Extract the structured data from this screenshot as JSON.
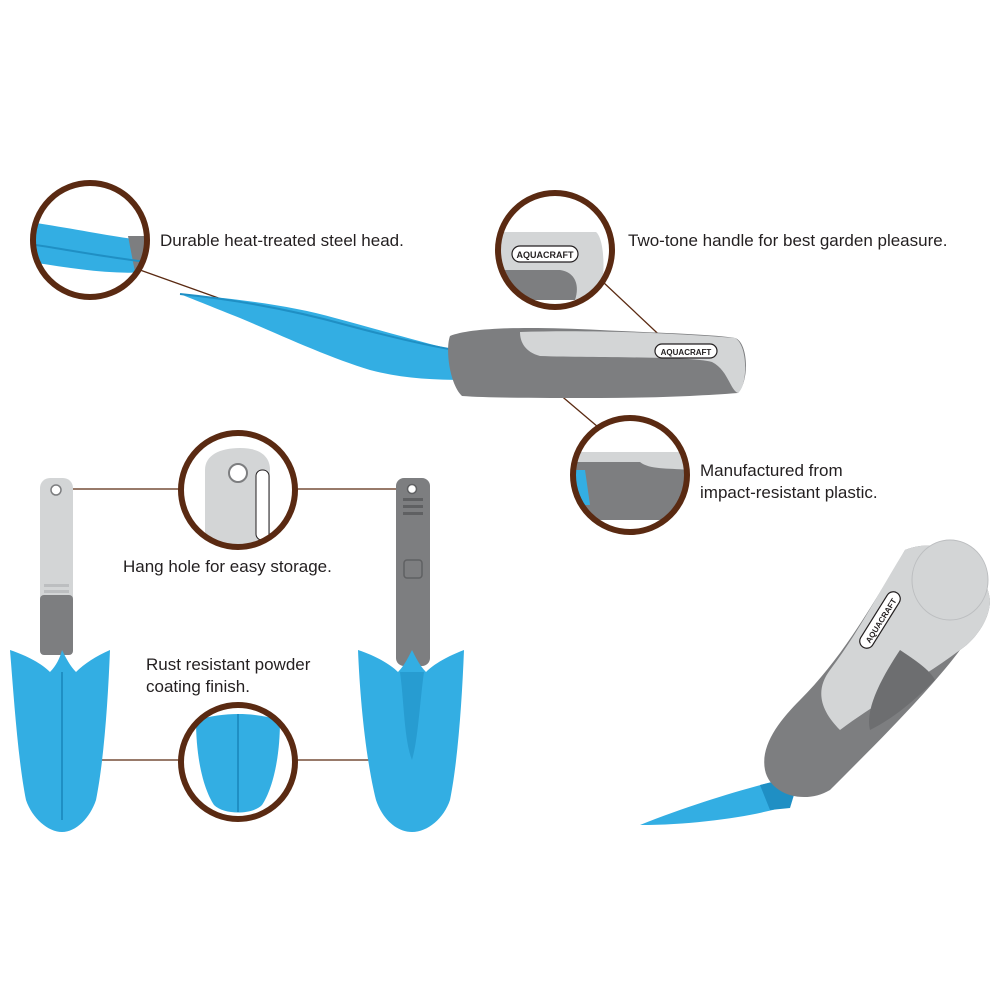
{
  "colors": {
    "blade_blue": "#33aee3",
    "blade_blue_dark": "#1f8fc4",
    "handle_gray": "#7d7e80",
    "handle_gray_dark": "#5f6062",
    "handle_light": "#d3d5d6",
    "callout_ring": "#5a2a12",
    "leader_line": "#5a2a12",
    "text": "#231f20"
  },
  "brand": {
    "logo_text": "AQUACRAFT"
  },
  "callouts": {
    "steel_head": "Durable heat-treated steel head.",
    "two_tone_handle": "Two-tone handle for best garden pleasure.",
    "plastic_line1": "Manufactured from",
    "plastic_line2": "impact-resistant plastic.",
    "hang_hole": "Hang hole for easy storage.",
    "rust_line1": "Rust resistant powder",
    "rust_line2": "coating finish."
  },
  "icons": {
    "trowel_side": "trowel-side-view-icon",
    "trowel_front": "trowel-front-view-icon",
    "trowel_back": "trowel-back-view-icon",
    "trowel_angled": "trowel-angled-view-icon"
  }
}
